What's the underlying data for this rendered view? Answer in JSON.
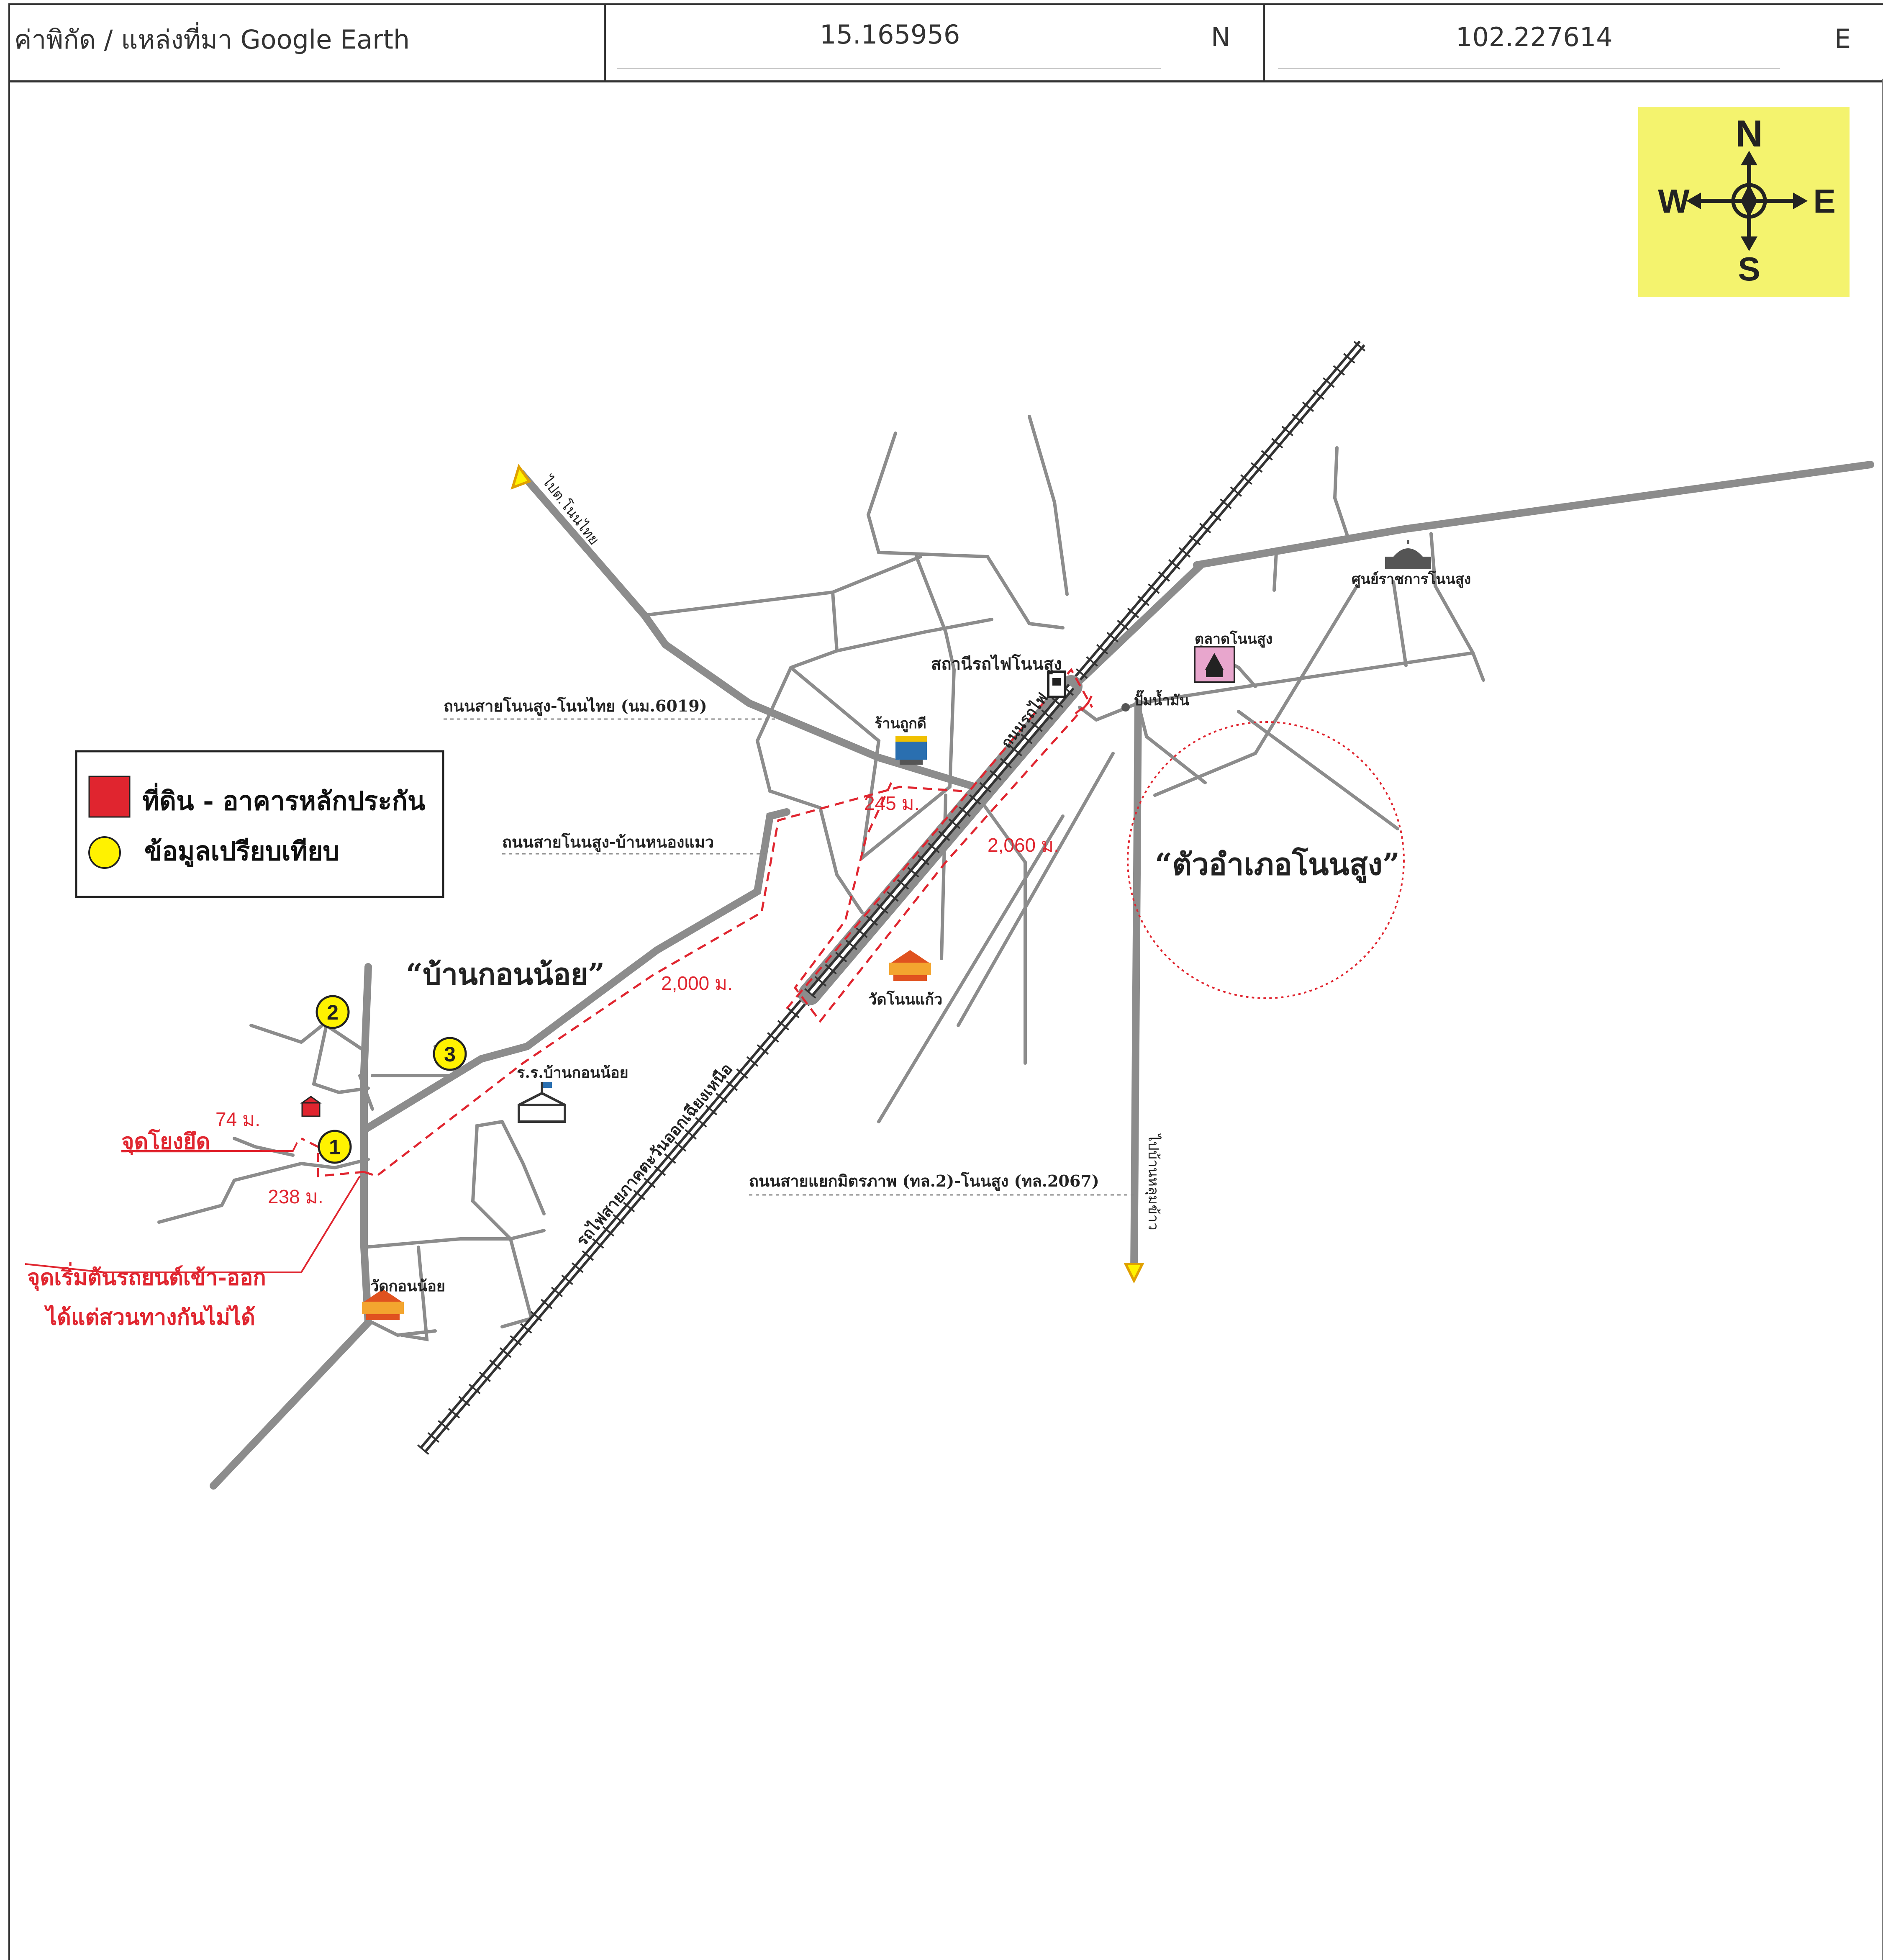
{
  "header": {
    "label": "ค่าพิกัด / แหล่งที่มา Google Earth",
    "latitude": "15.165956",
    "lat_dir": "N",
    "longitude": "102.227614",
    "lon_dir": "E"
  },
  "compass": {
    "n": "N",
    "s": "S",
    "e": "E",
    "w": "W",
    "color": "#f4f36e"
  },
  "legend": {
    "collateral": "ที่ดิน - อาคารหลักประกัน",
    "comparison": "ข้อมูลเปรียบเทียบ",
    "collateral_color": "#e0252f",
    "comparison_color": "#fff200"
  },
  "areas": {
    "village": "“บ้านกอนน้อย”",
    "district": "“ตัวอำเภอโนนสูง”"
  },
  "roads": {
    "r6019": "ถนนสายโนนสูง-โนนไทย (นม.6019)",
    "r_nong_maeo": "ถนนสายโนนสูง-บ้านหนองแมว",
    "r2067": "ถนนสายแยกมิตรภาพ (ทล.2)-โนนสูง (ทล.2067)",
    "railway": "รถไฟสายภาคตะวันออกเฉียงเหนือ",
    "rot_fai_road": "ถนนรถไฟ",
    "to_non_thai": "ไปต.โนนไทย",
    "to_ban_lum": "ไปบ้านหลุมข้าว"
  },
  "places": {
    "station": "สถานีรถไฟโนนสูง",
    "market": "ตลาดโนนสูง",
    "gov_center": "ศูนย์ราชการโนนสูง",
    "gas": "ปั๊มน้ำมัน",
    "shop": "ร้านถูกดี",
    "wat_non_kaeo": "วัดโนนแก้ว",
    "school": "ร.ร.บ้านกอนน้อย",
    "wat_khon_noi": "วัดกอนน้อย"
  },
  "distances": {
    "d245": "245 ม.",
    "d2060": "2,060 ม.",
    "d2000": "2,000 ม.",
    "d74": "74 ม.",
    "d238": "238 ม."
  },
  "notes": {
    "link_point": "จุดโยงยึด",
    "start1": "จุดเริ่มต้นรถยนต์เข้า-ออก",
    "start2": "ได้แต่สวนทางกันไม่ได้"
  },
  "markers": [
    "1",
    "2",
    "3"
  ],
  "colors": {
    "road": "#8c8c8c",
    "route": "#e0252f",
    "rail": "#333333"
  }
}
